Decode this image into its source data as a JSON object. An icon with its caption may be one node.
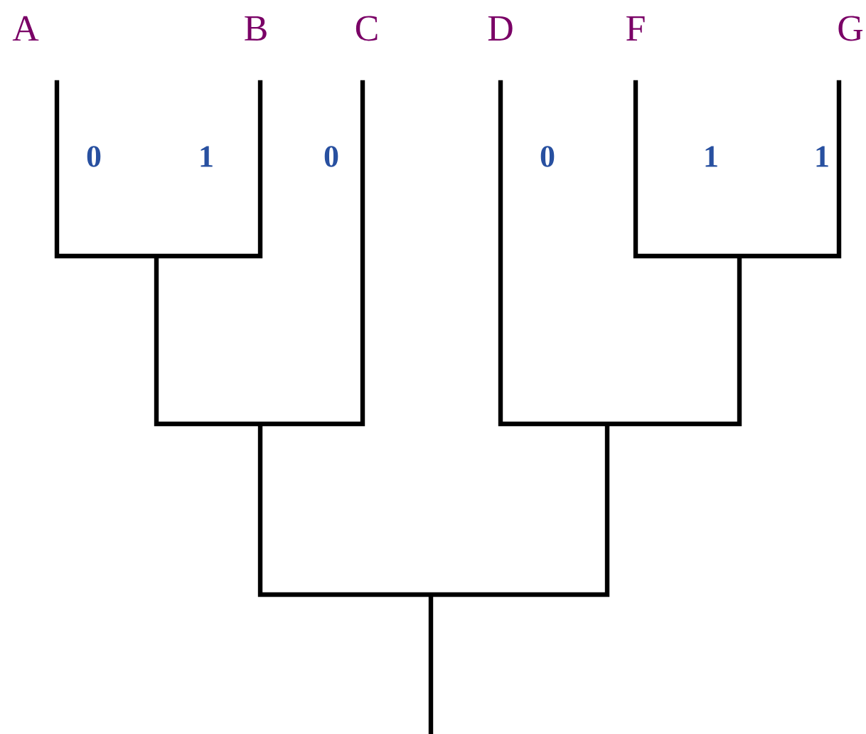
{
  "diagram": {
    "nodes": [
      {
        "text": [
          "A"
        ],
        "beside": [
          "0"
        ]
      },
      {
        "text": [
          "B"
        ],
        "beside": [
          "1"
        ]
      },
      {
        "text": [
          "C"
        ],
        "beside": [
          "0"
        ]
      },
      {
        "text": [
          "D"
        ],
        "beside": [
          "0"
        ]
      },
      {
        "text": [
          "F"
        ],
        "beside": [
          "1"
        ]
      },
      {
        "text": [
          "G"
        ],
        "beside": [
          "1"
        ]
      }
    ]
  }
}
